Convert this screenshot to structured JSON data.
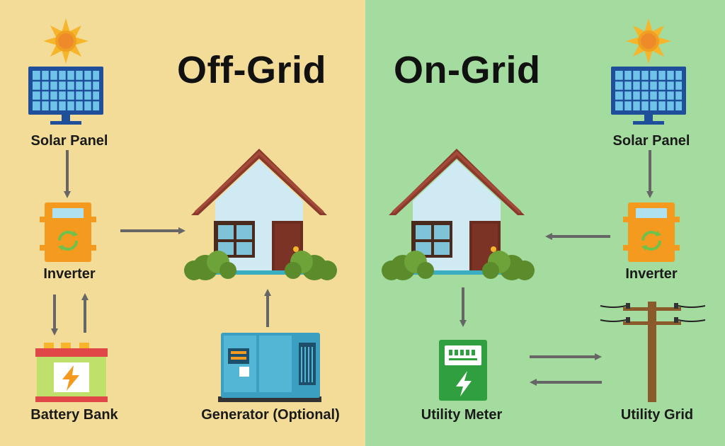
{
  "titles": {
    "off_grid": "Off-Grid",
    "on_grid": "On-Grid"
  },
  "off_grid": {
    "solar_panel": "Solar Panel",
    "inverter": "Inverter",
    "battery_bank": "Battery Bank",
    "generator": "Generator (Optional)"
  },
  "on_grid": {
    "solar_panel": "Solar Panel",
    "inverter": "Inverter",
    "utility_meter": "Utility Meter",
    "utility_grid": "Utility Grid"
  },
  "colors": {
    "off_grid_bg": "#f2dc97",
    "on_grid_bg": "#a4dc9f",
    "arrow": "#666666",
    "inverter": "#f39a1f",
    "solar": "#1f4f9a",
    "meter": "#2f9f3f",
    "battery": "#bfe06a",
    "generator": "#3a9fc0",
    "pole": "#8a5a2b"
  }
}
